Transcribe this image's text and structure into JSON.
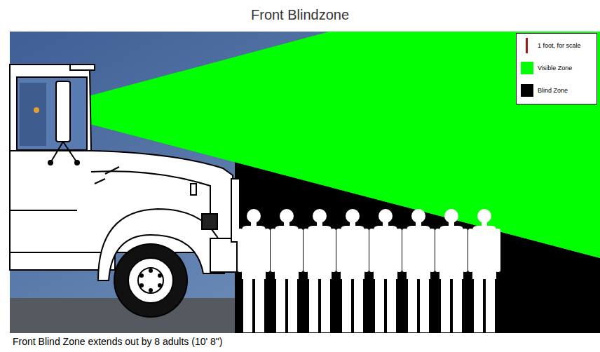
{
  "diagram": {
    "title": "Front Blindzone",
    "caption": "Front Blind Zone extends out by 8 adults (10' 8\")",
    "legend": [
      {
        "text": "1 foot, for scale"
      },
      {
        "text": "Visible Zone",
        "color": "#00ff00"
      },
      {
        "text": "Blind Zone",
        "color": "#000000"
      }
    ]
  }
}
